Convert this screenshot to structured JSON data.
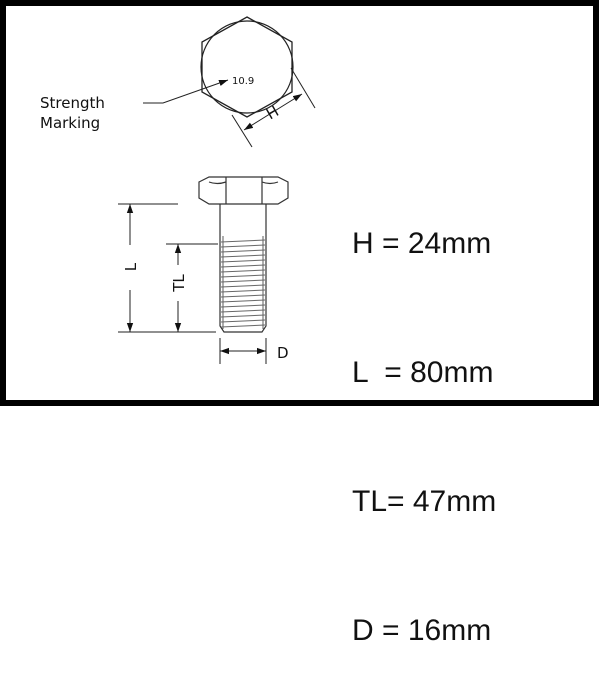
{
  "diagram": {
    "strength_marking_line1": "Strength",
    "strength_marking_line2": "Marking",
    "head_grade": "10.9",
    "dim_head_label": "H",
    "dim_length_label": "L",
    "dim_thread_label": "TL",
    "dim_diameter_label": "D"
  },
  "specs": [
    {
      "text": "H = 24mm"
    },
    {
      "text": "L  = 80mm"
    },
    {
      "text": "TL= 47mm"
    },
    {
      "text": "D = 16mm"
    }
  ]
}
